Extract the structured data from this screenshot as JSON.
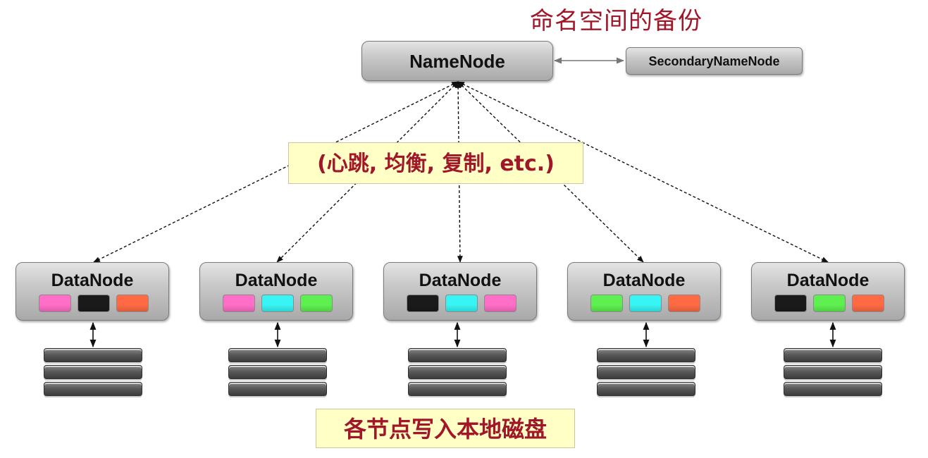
{
  "title": "命名空间的备份",
  "namenode": {
    "label": "NameNode"
  },
  "secondary": {
    "label": "SecondaryNameNode"
  },
  "heartbeat_note": "(心跳, 均衡, 复制, etc.)",
  "disk_note": "各节点写入本地磁盘",
  "block_colors": {
    "pink": "#ff6ec7",
    "black": "#1a1a1a",
    "orange": "#ff6a45",
    "cyan": "#38f4f4",
    "green": "#5ef04e"
  },
  "datanodes": [
    {
      "label": "DataNode",
      "blocks": [
        "pink",
        "black",
        "orange"
      ]
    },
    {
      "label": "DataNode",
      "blocks": [
        "pink",
        "cyan",
        "green"
      ]
    },
    {
      "label": "DataNode",
      "blocks": [
        "black",
        "cyan",
        "pink"
      ]
    },
    {
      "label": "DataNode",
      "blocks": [
        "green",
        "cyan",
        "orange"
      ]
    },
    {
      "label": "DataNode",
      "blocks": [
        "black",
        "green",
        "orange"
      ]
    }
  ]
}
